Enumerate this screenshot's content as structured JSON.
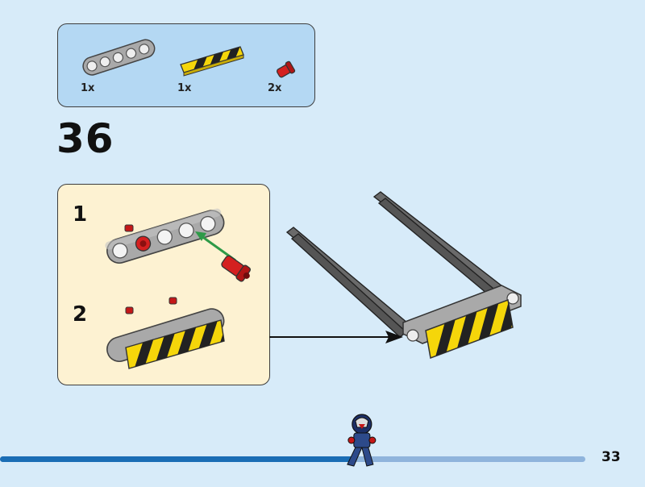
{
  "parts_list": {
    "items": [
      {
        "icon": "gray-liftarm-5-icon",
        "qty": "1x"
      },
      {
        "icon": "hazard-stripe-tile-icon",
        "qty": "1x"
      },
      {
        "icon": "red-axle-pin-icon",
        "qty": "2x"
      }
    ]
  },
  "step": {
    "number": "36"
  },
  "substeps": [
    {
      "number": "1"
    },
    {
      "number": "2"
    }
  ],
  "page": {
    "number": "33"
  },
  "colors": {
    "background": "#d7ebf9",
    "parts_box": "#b4d8f3",
    "substep_box": "#fdf2d2",
    "progress_bar": "#1a6db5",
    "progress_track": "#8fb4dc",
    "hazard_yellow": "#f5d60a",
    "brick_red": "#d42020",
    "arrow_green": "#2e9a48"
  },
  "progress": {
    "fraction": 0.61
  }
}
